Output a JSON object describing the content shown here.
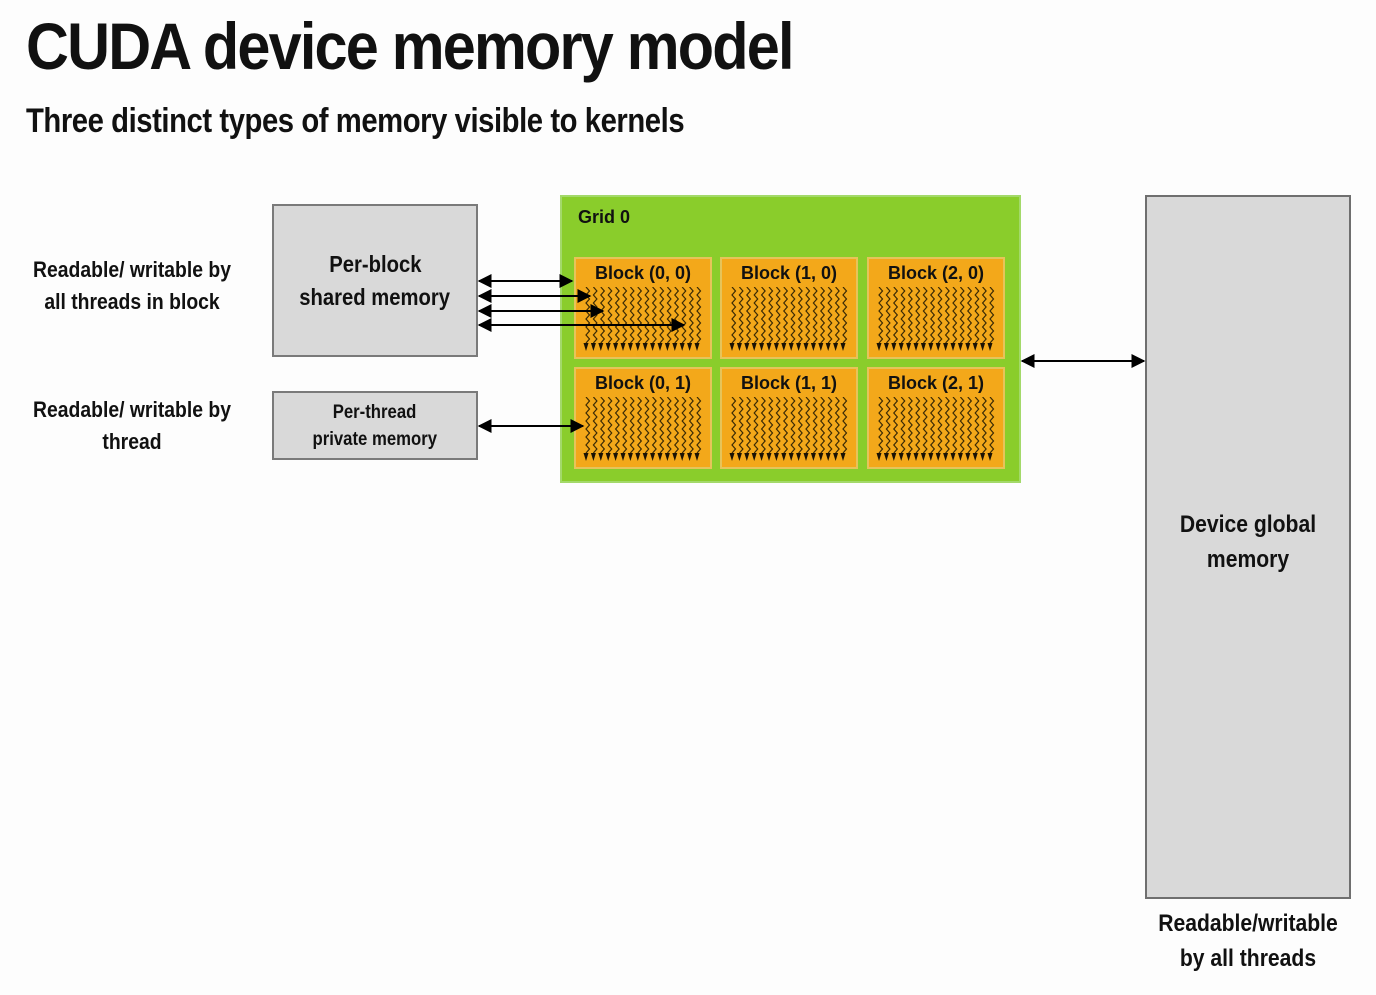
{
  "title": "CUDA device memory model",
  "subtitle": "Three distinct types of memory visible to kernels",
  "labels": {
    "shared_access": [
      "Readable/ writable by",
      "all threads in block"
    ],
    "private_access": [
      "Readable/ writable by",
      "thread"
    ],
    "global_access": [
      "Readable/writable",
      "by all threads"
    ]
  },
  "boxes": {
    "shared_memory": [
      "Per-block",
      "shared memory"
    ],
    "private_memory": [
      "Per-thread",
      "private memory"
    ],
    "global_memory": [
      "Device global",
      "memory"
    ]
  },
  "grid": {
    "label": "Grid 0",
    "blocks": [
      "Block (0, 0)",
      "Block (1, 0)",
      "Block (2, 0)",
      "Block (0, 1)",
      "Block (1, 1)",
      "Block (2, 1)"
    ]
  },
  "colors": {
    "grid_fill": "#8acd2b",
    "block_fill": "#f3a81a",
    "memory_fill": "#d9d9d9"
  }
}
